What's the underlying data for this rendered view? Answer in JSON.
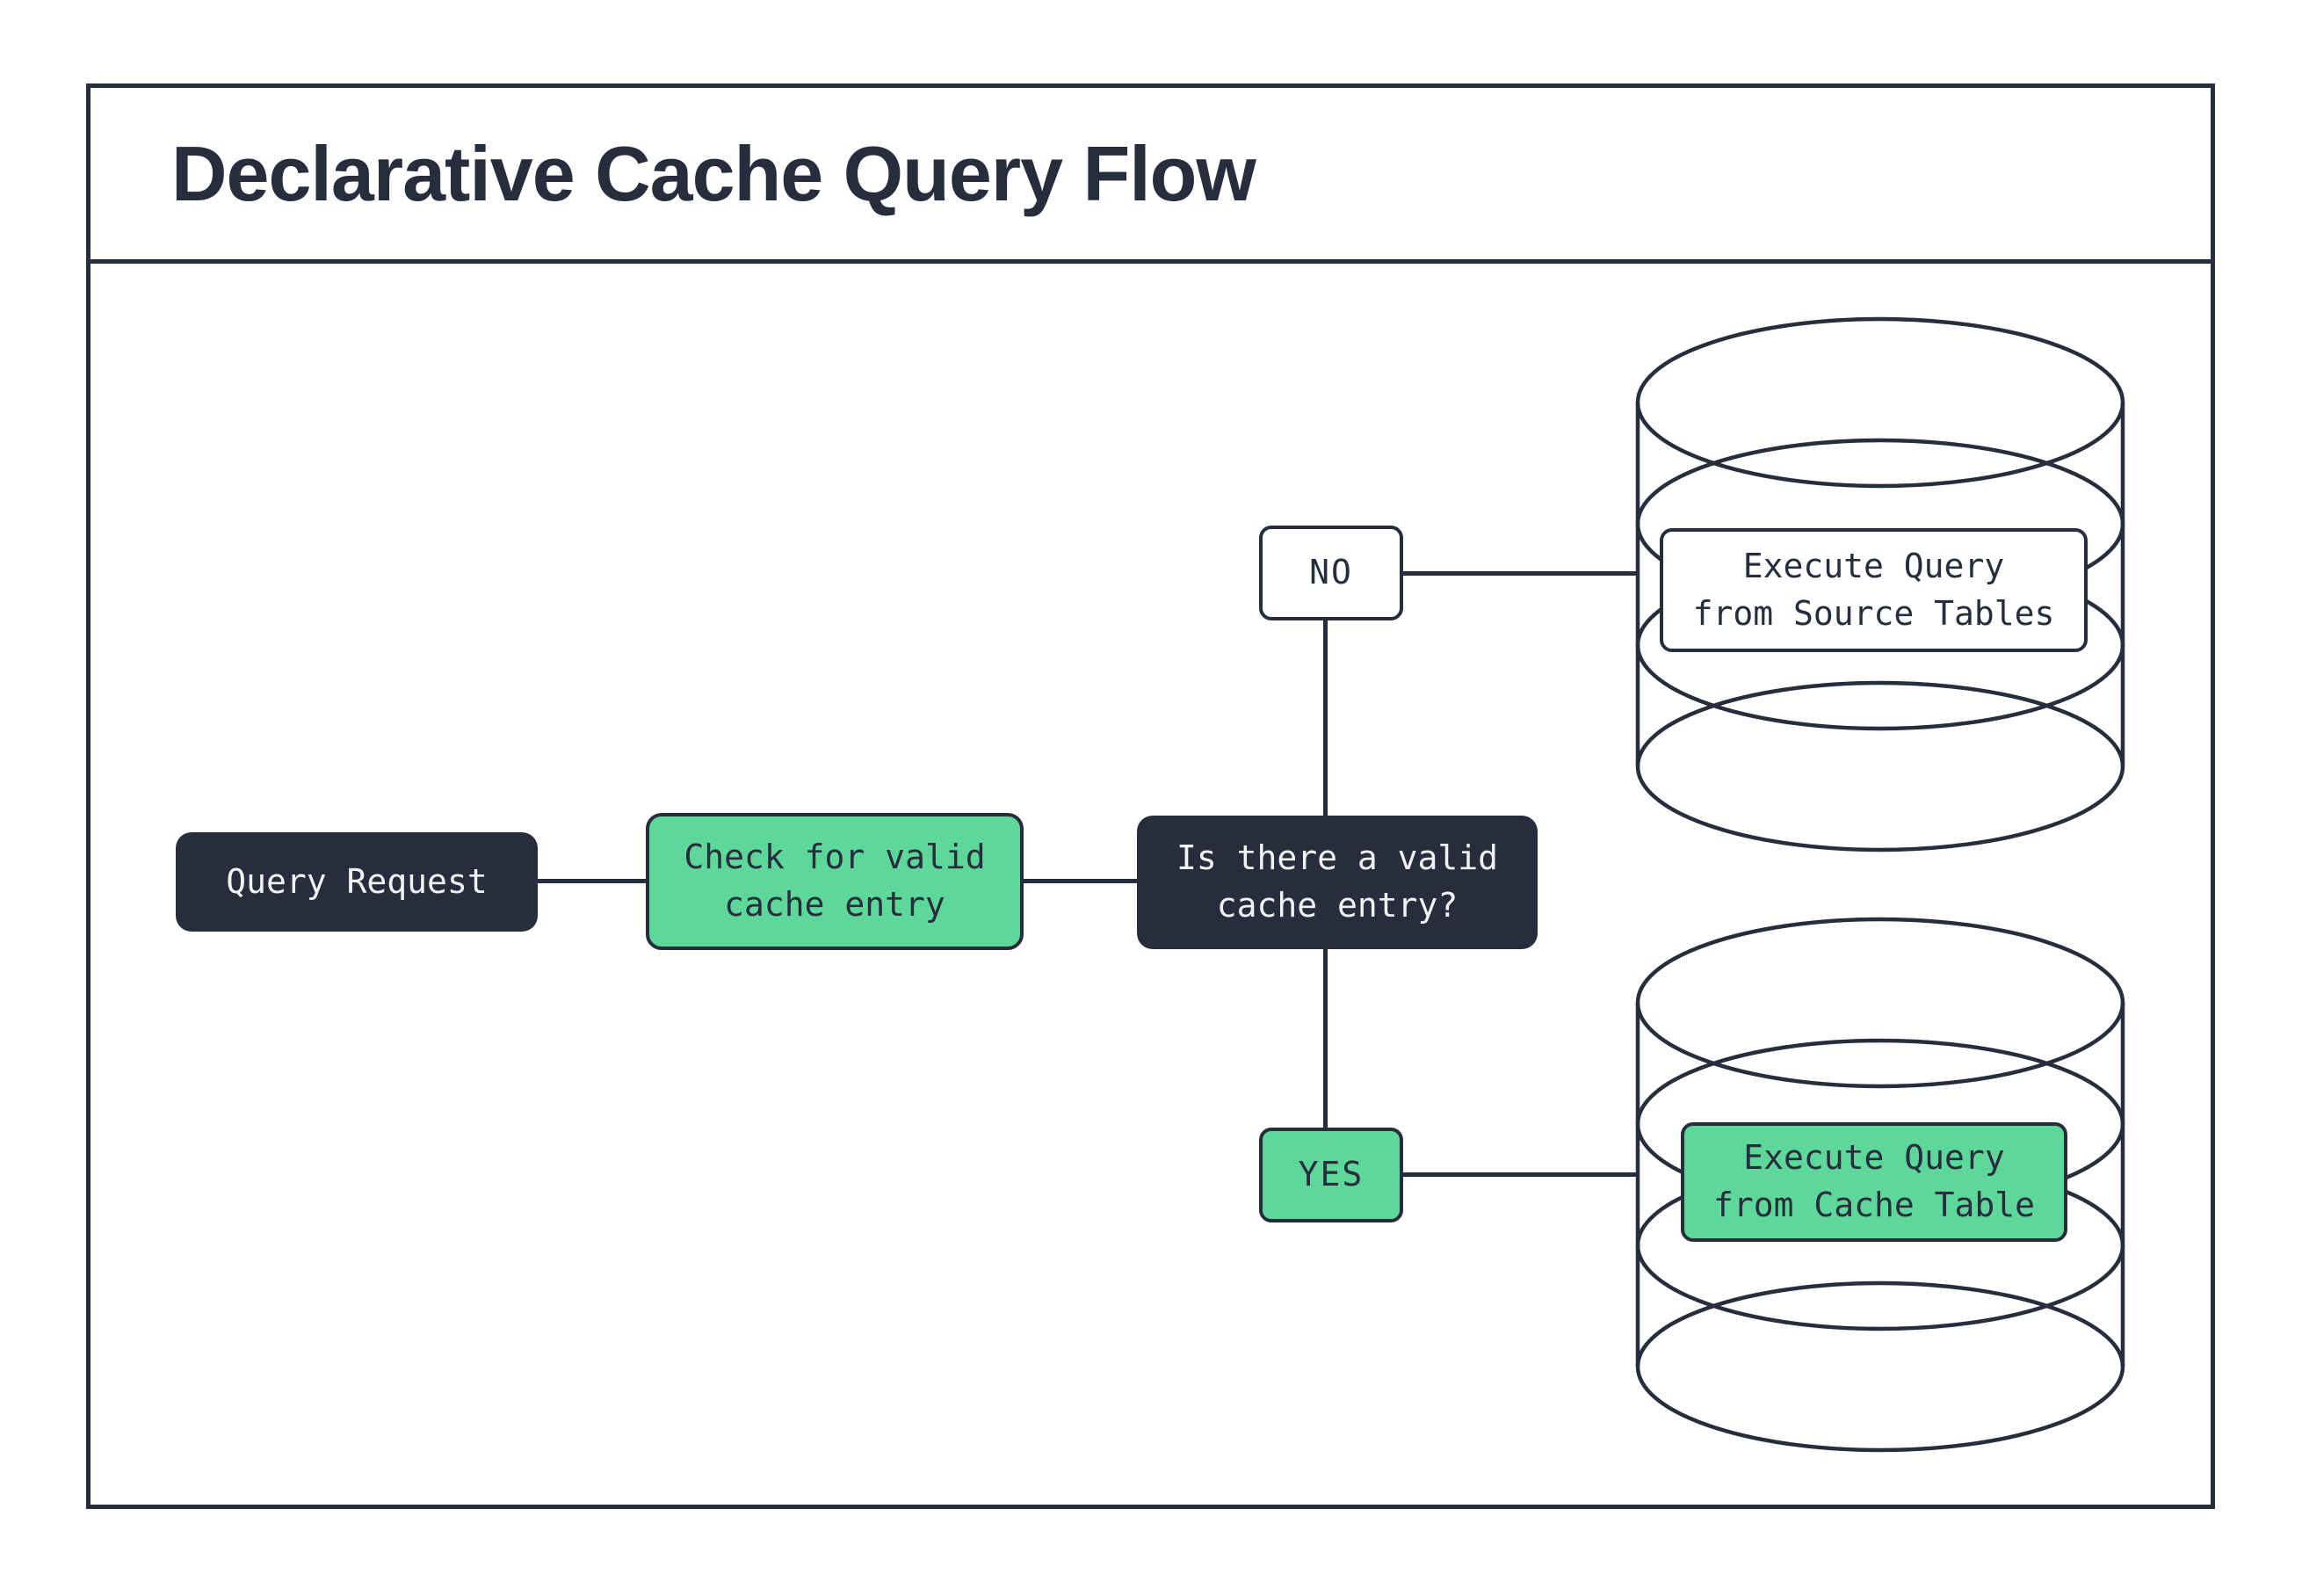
{
  "title": "Declarative Cache Query Flow",
  "colors": {
    "navy": "#272D3D",
    "green": "#5ED89A",
    "light": "#F1F2F4",
    "paper": "#FFFFFF"
  },
  "nodes": {
    "query_request": {
      "label": "Query Request"
    },
    "check_cache": {
      "label": "Check for valid\ncache entry"
    },
    "decision": {
      "label": "Is there a valid\ncache entry?"
    },
    "no_branch": {
      "label": "NO"
    },
    "yes_branch": {
      "label": "YES"
    },
    "source_db": {
      "label": "Execute Query\nfrom Source Tables"
    },
    "cache_db": {
      "label": "Execute Query\nfrom Cache Table"
    }
  }
}
